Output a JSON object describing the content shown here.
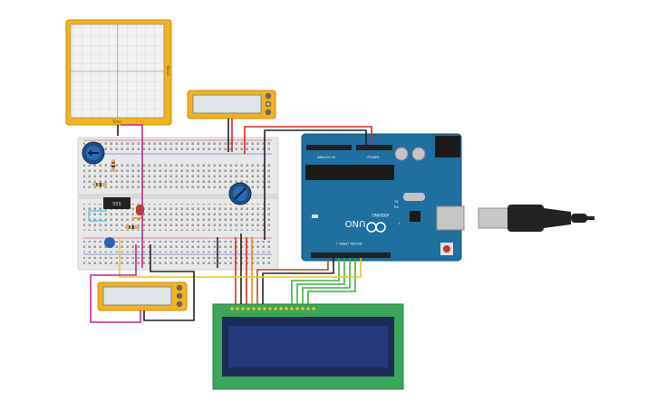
{
  "oscilloscope": {
    "y_label": "Value",
    "x_label": "Time"
  },
  "ic": {
    "label": "555"
  },
  "arduino": {
    "analog_in_label": "ANALOG IN",
    "power_label": "POWER",
    "uno_label": "UNO",
    "brand_label": "ARDUINO",
    "digital_label": "DIGITAL (PWM~)",
    "tx_label": "TX",
    "rx_label": "RX",
    "l_label": "L"
  },
  "colors": {
    "yellow_device": "#f2b21c",
    "breadboard": "#e8e8e8",
    "arduino_blue": "#1f6f9f",
    "lcd_green": "#3ca65a",
    "lcd_screen": "#1f2f6a",
    "wire_red": "#d42a2a",
    "wire_black": "#222222",
    "wire_magenta": "#c6288f",
    "wire_green": "#3faf3f",
    "wire_yellow": "#e6c629",
    "wire_brown": "#a0522d",
    "wire_orange": "#e08a1e",
    "wire_cyan": "#6fc7d9"
  },
  "icons": [
    "potentiometer-icon",
    "led-icon",
    "capacitor-icon",
    "resistor-icon",
    "usb-cable-icon",
    "reset-button-icon",
    "power-jack-icon"
  ]
}
